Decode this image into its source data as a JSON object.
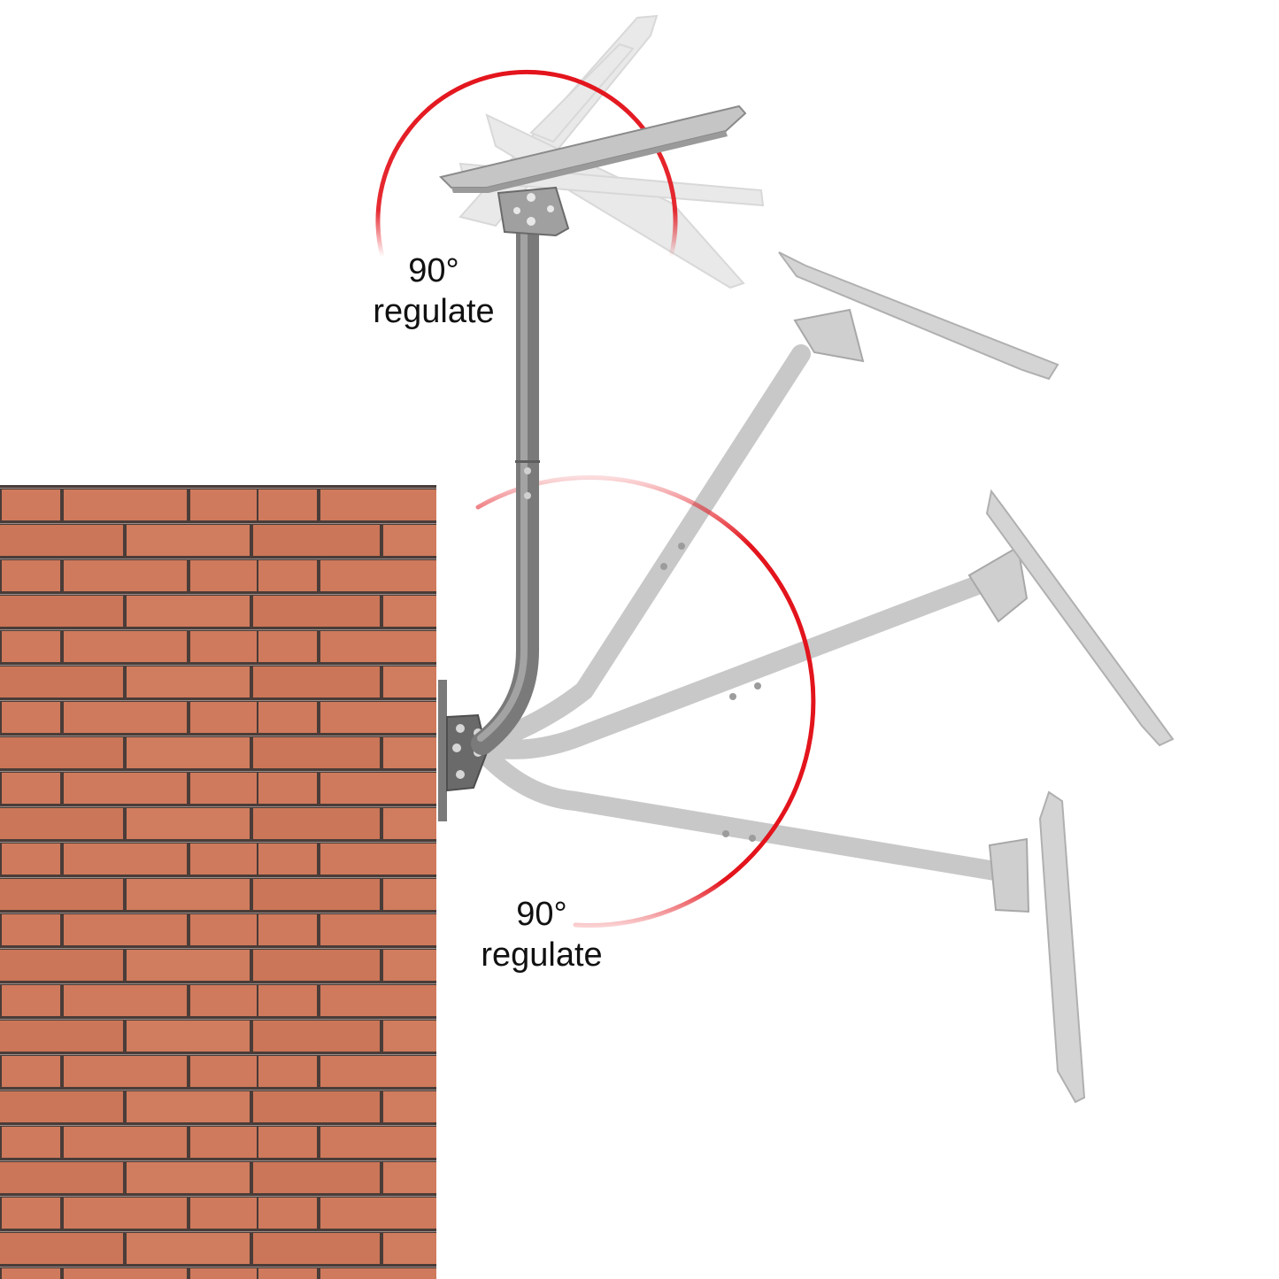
{
  "annotations": {
    "top": {
      "angle": "90°",
      "word": "regulate"
    },
    "bottom": {
      "angle": "90°",
      "word": "regulate"
    }
  },
  "colors": {
    "brick": "#cf7a5c",
    "mortar": "#4a3c38",
    "pole": "#8e8e8e",
    "pole_ghost": "#c4c4c4",
    "arc": "#e3141c",
    "panel": "#bfbfbf"
  }
}
